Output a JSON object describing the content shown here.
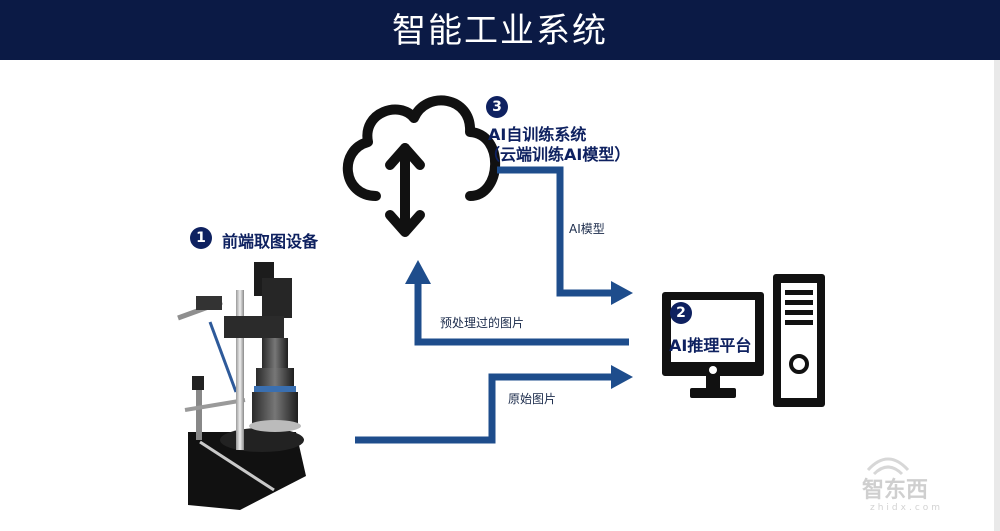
{
  "header": {
    "title": "智能工业系统"
  },
  "steps": {
    "capture": {
      "number": "1",
      "label": "前端取图设备"
    },
    "platform": {
      "number": "2",
      "label": "AI推理平台"
    },
    "training": {
      "number": "3",
      "line1": "AI自训练系统",
      "line2": "（云端训练AI模型）"
    }
  },
  "arrows": {
    "model": "AI模型",
    "preprocessed": "预处理过的图片",
    "original": "原始图片"
  },
  "watermark": {
    "text": "智东西",
    "sub": "zhidx.com"
  },
  "colors": {
    "header_bg": "#0b1a45",
    "accent": "#0e2160",
    "arrow": "#1e4d8c",
    "icon": "#111111"
  },
  "icons": [
    "cloud-upload-download-icon",
    "desktop-computer-icon",
    "microscope-camera-rig-icon"
  ]
}
